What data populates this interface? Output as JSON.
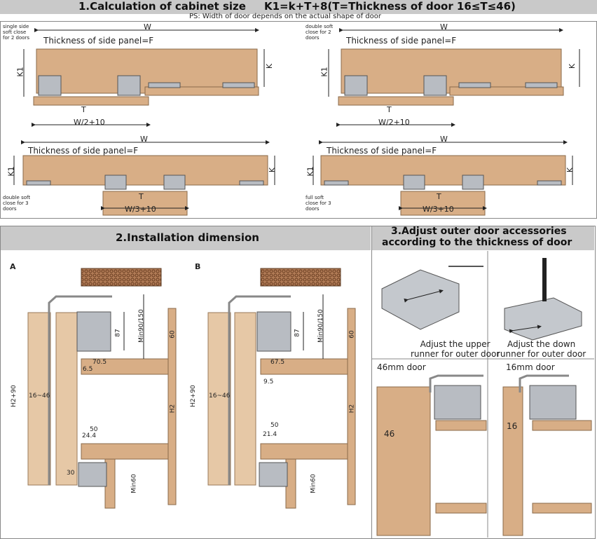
{
  "section1": {
    "title": "1.Calculation of cabinet size",
    "formula": "K1=k+T+8(T=Thickness of door 16≤T≤46)",
    "note": "PS: Width of door depends on the actual shape of door",
    "side_panel_label": "Thickness of side panel=F",
    "W": "W",
    "K": "K",
    "K1": "K1",
    "T": "T",
    "half": "W/2+10",
    "third": "W/3+10",
    "d1": "single side\nsoft close\nfor 2 doors",
    "d2": "double soft\nclose for 2\ndoors",
    "d3": "double soft\nclose for 3\ndoors",
    "d4": "full soft\nclose for 3\ndoors"
  },
  "section2": {
    "title": "2.Installation dimension",
    "A": "A",
    "B": "B",
    "h2_90": "H2+90",
    "door_range": "16~46",
    "h2": "H2",
    "min90": "Min90/150",
    "d87": "87",
    "d60": "60",
    "min60": "Min60",
    "a_70": "70.5",
    "a_65": "6.5",
    "a_50": "50",
    "a_244": "24.4",
    "a_30": "30",
    "b_67": "67.5",
    "b_95": "9.5",
    "b_50": "50",
    "b_214": "21.4"
  },
  "section3": {
    "title_line1": "3.Adjust outer door accessories",
    "title_line2": "according to the thickness of  door",
    "cap_upper": "Adjust the upper\nrunner for outer door",
    "cap_down": "Adjust the down\nrunner for outer door",
    "door46": "46mm  door",
    "door16": "16mm  door",
    "v46": "46",
    "v16": "16"
  },
  "colors": {
    "wood": "#d8ae86",
    "wood_light": "#e6c8a6",
    "header_band": "#c9c9c9",
    "metal": "#b8bcc2"
  }
}
